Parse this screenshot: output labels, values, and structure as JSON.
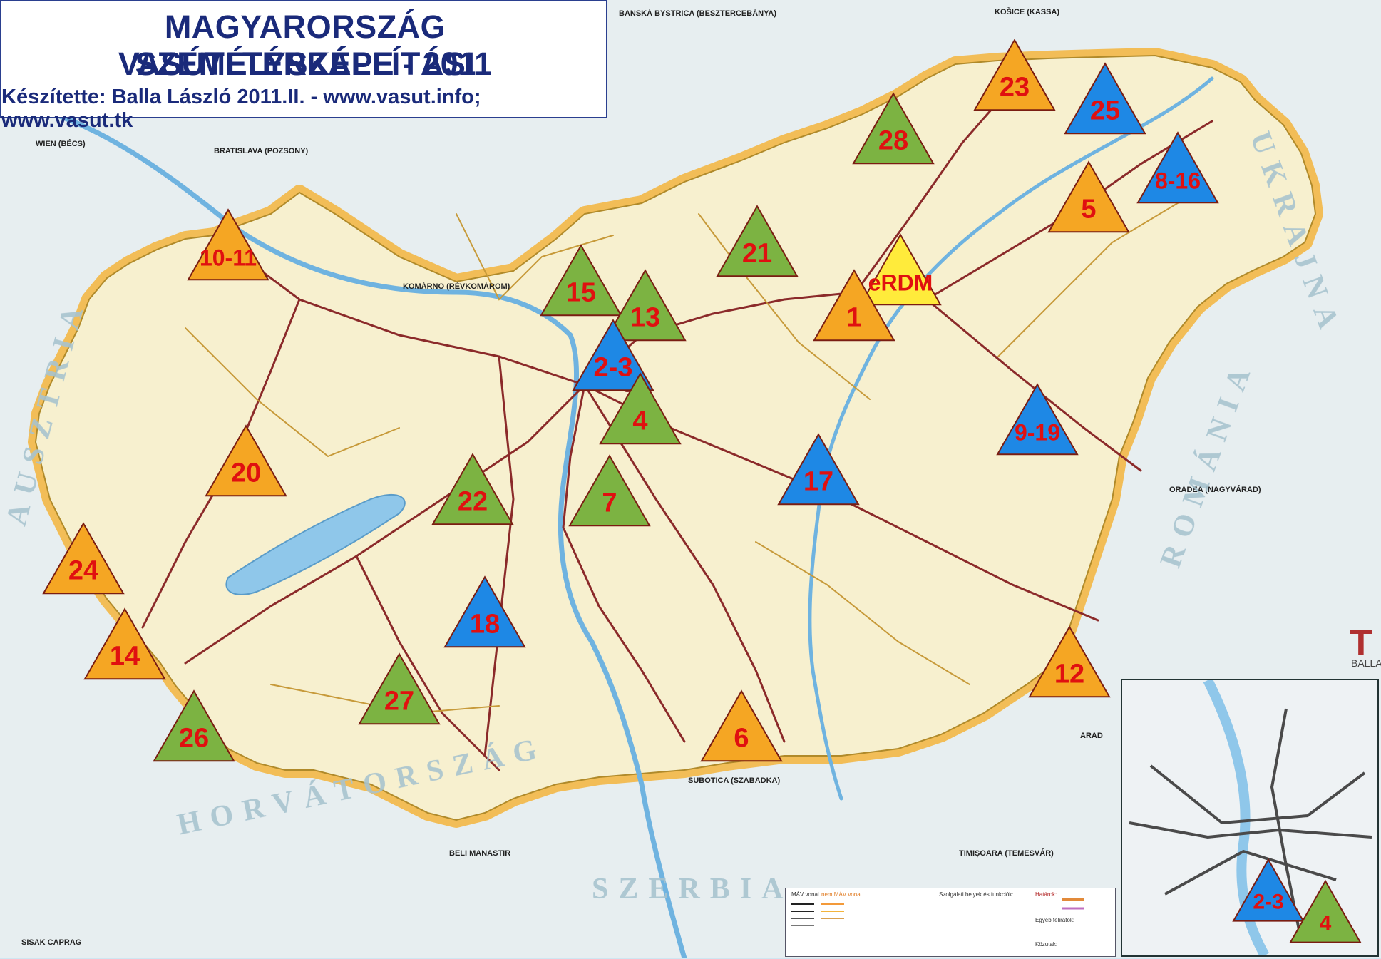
{
  "title": {
    "line1": "MAGYARORSZÁG SZEMÉLYSZÁLLÍTÁSI",
    "line2": "VASÚTI TÉRKÉPE - 2011",
    "line3": "Készítette: Balla László 2011.II. - www.vasut.info; www.vasut.tk"
  },
  "colors": {
    "sea": "#cfe6f2",
    "land": "#f7f0cf",
    "border_glow": "#f3b43c",
    "rail": "#8b2a2a",
    "marker_orange": "#f5a623",
    "marker_green": "#7cb342",
    "marker_blue": "#1e88e5",
    "marker_yellow": "#ffeb3b",
    "marker_label": "#e01010"
  },
  "markers": [
    {
      "label": "10-11",
      "color": "orange"
    },
    {
      "label": "15",
      "color": "green"
    },
    {
      "label": "13",
      "color": "green"
    },
    {
      "label": "2-3",
      "color": "blue"
    },
    {
      "label": "4",
      "color": "green"
    },
    {
      "label": "21",
      "color": "green"
    },
    {
      "label": "28",
      "color": "green"
    },
    {
      "label": "23",
      "color": "orange"
    },
    {
      "label": "25",
      "color": "blue"
    },
    {
      "label": "8-16",
      "color": "blue"
    },
    {
      "label": "5",
      "color": "orange"
    },
    {
      "label": "eRDM",
      "color": "yellow"
    },
    {
      "label": "1",
      "color": "orange"
    },
    {
      "label": "9-19",
      "color": "blue"
    },
    {
      "label": "17",
      "color": "blue"
    },
    {
      "label": "7",
      "color": "green"
    },
    {
      "label": "22",
      "color": "green"
    },
    {
      "label": "20",
      "color": "orange"
    },
    {
      "label": "24",
      "color": "orange"
    },
    {
      "label": "14",
      "color": "orange"
    },
    {
      "label": "18",
      "color": "blue"
    },
    {
      "label": "27",
      "color": "green"
    },
    {
      "label": "26",
      "color": "green"
    },
    {
      "label": "6",
      "color": "orange"
    },
    {
      "label": "12",
      "color": "orange"
    }
  ],
  "inset_markers": [
    {
      "label": "2-3",
      "color": "blue"
    },
    {
      "label": "4",
      "color": "green"
    }
  ],
  "places": [
    "WIEN (BÉCS)",
    "BRATISLAVA (POZSONY)",
    "KOMÁRNO (RÉVKOMÁROM)",
    "KOŠICE (KASSA)",
    "BANSKÁ BYSTRICA (BESZTERCEBÁNYA)",
    "SUBOTICA (SZABADKA)",
    "ORADEA (NAGYVÁRAD)",
    "ARAD",
    "TIMIȘOARA (TEMESVÁR)",
    "BELI MANASTIR",
    "SISAK CAPRAG"
  ],
  "country_words": [
    "UKRAJNA",
    "ROMÁNIA",
    "SZERBIA",
    "HORVÁTORSZÁG",
    "AUSZTRIA"
  ],
  "legend": {
    "mav": "MÁV vonal",
    "nonmav": "nem MÁV vonal",
    "services": "Szolgálati helyek és funkciók:",
    "borders": "Határok:",
    "other": "Egyéb feliratok:",
    "roads": "Közutak:"
  },
  "brand": {
    "letter": "T",
    "sub": "BALLA"
  }
}
